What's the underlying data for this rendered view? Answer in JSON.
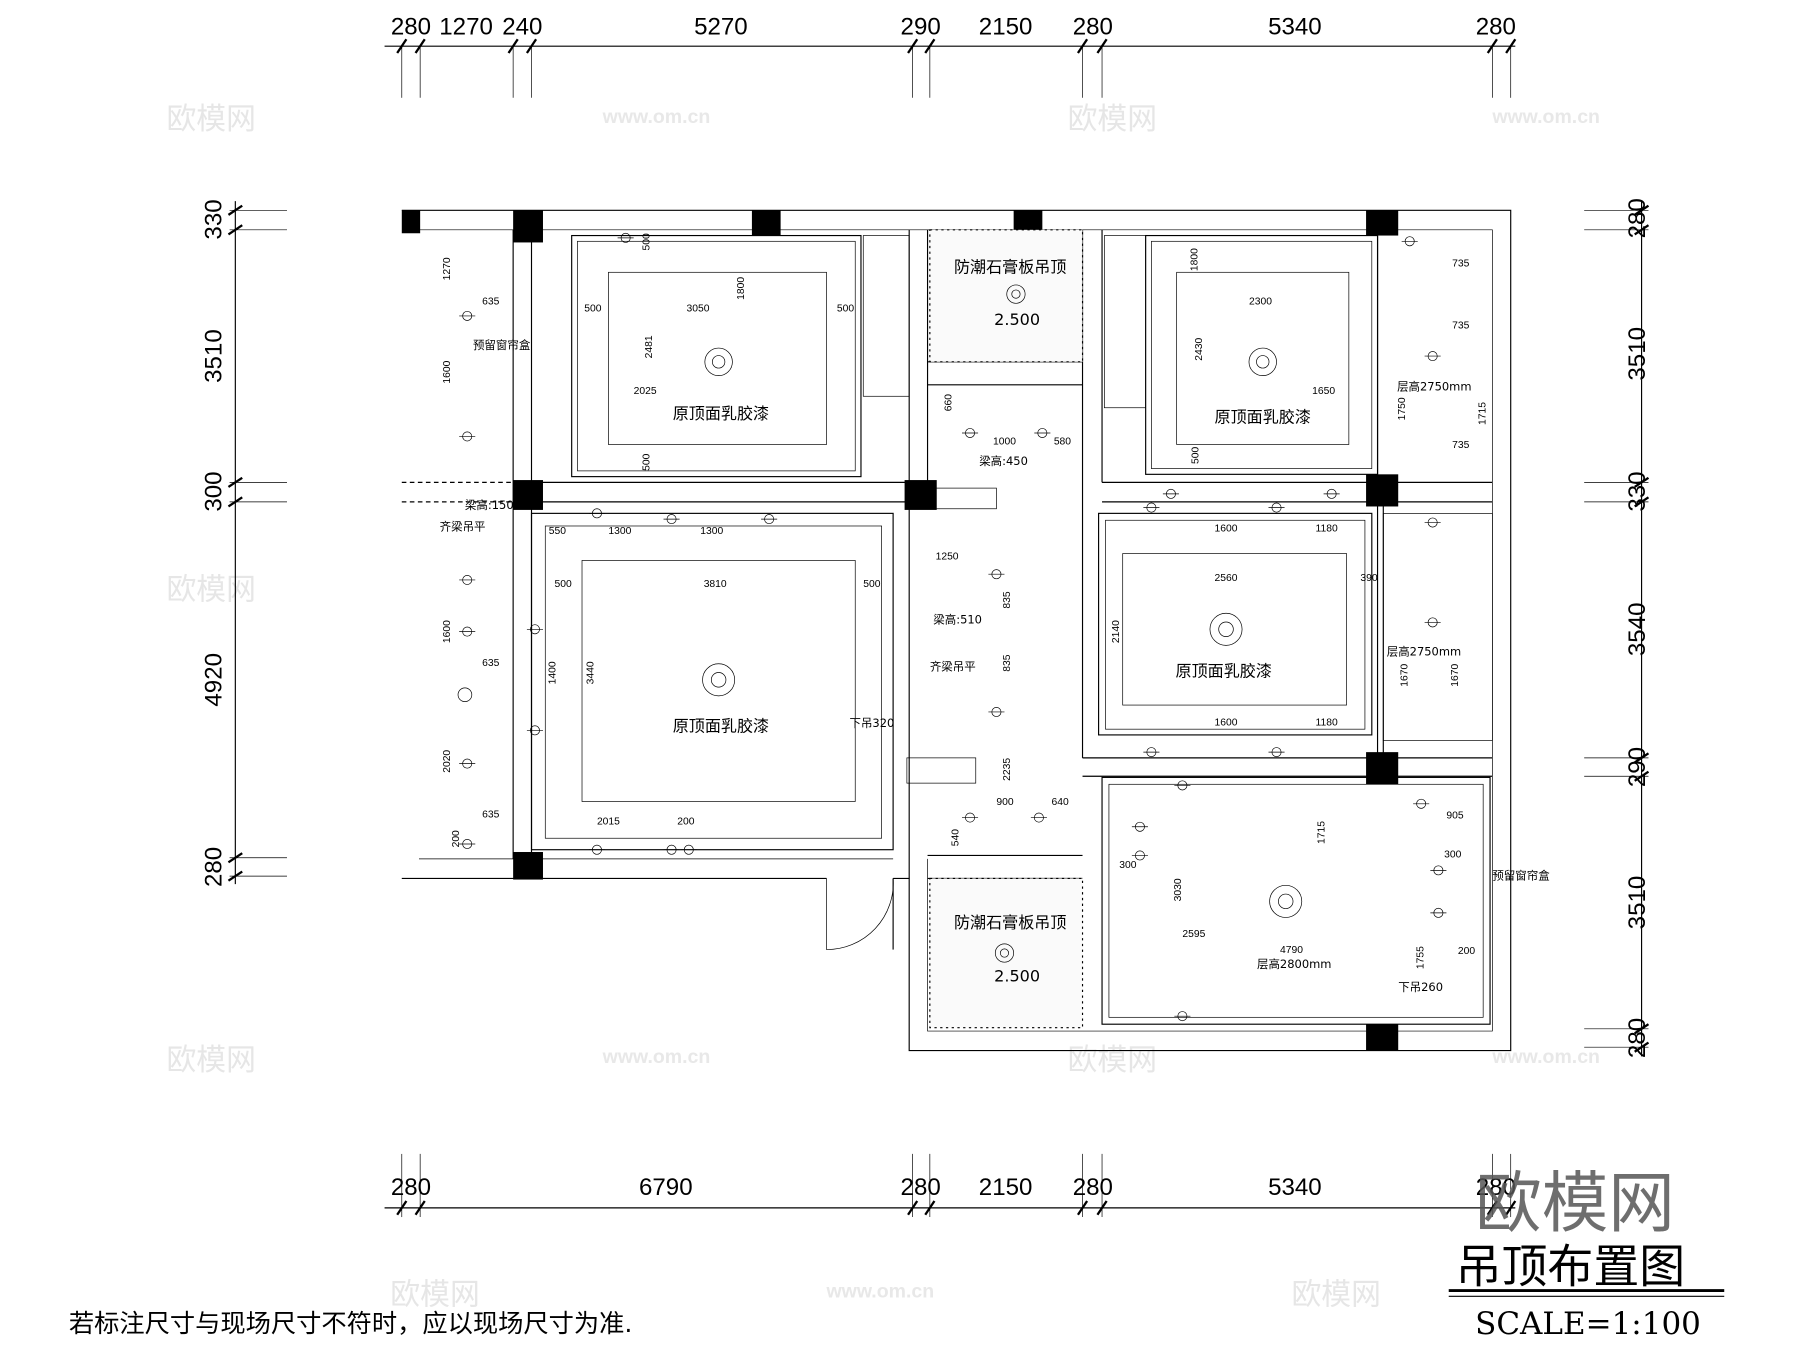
{
  "title": "吊顶布置图",
  "scale": "SCALE=1:100",
  "note": "若标注尺寸与现场尺寸不符时，应以现场尺寸为准.",
  "watermark": {
    "logo": "欧模网",
    "url": "www.om.cn"
  },
  "dims_top": [
    "280",
    "1270",
    "240",
    "5270",
    "290",
    "2150",
    "280",
    "5340",
    "280"
  ],
  "dims_bottom": [
    "280",
    "6790",
    "280",
    "2150",
    "280",
    "5340",
    "280"
  ],
  "dims_left": [
    "330",
    "3510",
    "300",
    "4920",
    "280"
  ],
  "dims_right": [
    "280",
    "3510",
    "330",
    "3540",
    "290",
    "3510",
    "280"
  ],
  "labels": {
    "latex_paint": "原顶面乳胶漆",
    "gypsum_ceiling": "防潮石膏板吊顶",
    "level_2500": "2.500",
    "height_2750": "层高2750mm",
    "height_2800": "层高2800mm",
    "curtain_box": "预留窗帘盒",
    "beam_150": "梁高:150",
    "beam_450": "梁高:450",
    "beam_510": "梁高:510",
    "flush_beam": "齐梁吊平",
    "drop_320": "下吊320",
    "drop_260": "下吊260"
  },
  "inner_dims": [
    "3050",
    "500",
    "500",
    "1800",
    "2481",
    "2025",
    "500",
    "500",
    "2300",
    "1800",
    "2430",
    "1650",
    "500",
    "3810",
    "500",
    "500",
    "3440",
    "1400",
    "2015",
    "200",
    "1300",
    "1300",
    "550",
    "2560",
    "1600",
    "1180",
    "1600",
    "1180",
    "390",
    "2140",
    "4790",
    "2595",
    "3030",
    "1715",
    "905",
    "1250",
    "835",
    "835",
    "1000",
    "580",
    "900",
    "640",
    "660",
    "540",
    "2235",
    "635",
    "635",
    "635",
    "1270",
    "1600",
    "1600",
    "2020",
    "735",
    "735",
    "735",
    "1715",
    "1750",
    "1670",
    "1670",
    "1755",
    "300",
    "300",
    "200",
    "200"
  ]
}
